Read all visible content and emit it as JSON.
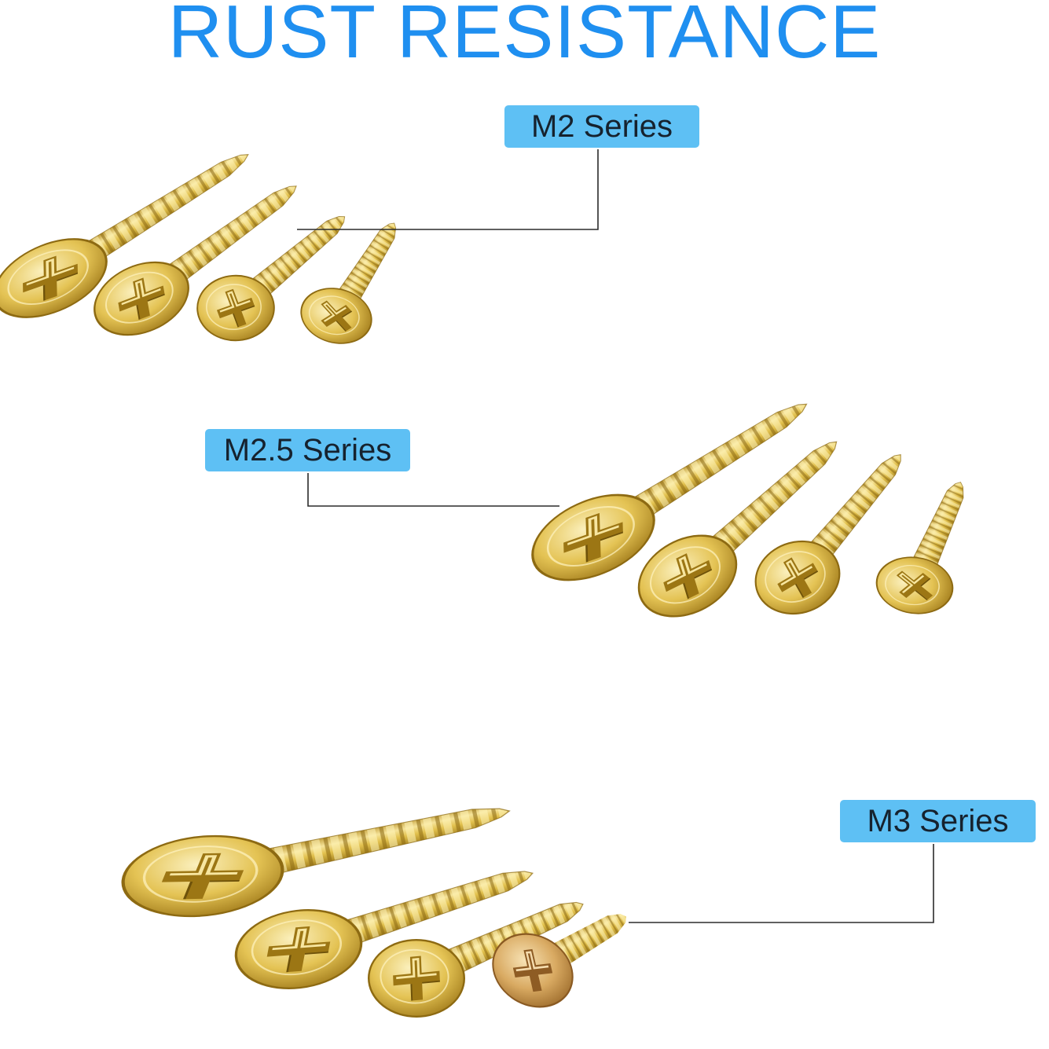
{
  "title": "RUST RESISTANCE",
  "labels": {
    "m2": "M2 Series",
    "m25": "M2.5 Series",
    "m3": "M3 Series"
  },
  "colors": {
    "title": "#1f8ff0",
    "tag_bg": "#5ec0f4",
    "tag_text": "#16222e",
    "leader_line": "#2b2b2b",
    "screw_gold": "#e2c14e",
    "screw_light": "#f6e49a",
    "screw_dark": "#a8821e"
  }
}
